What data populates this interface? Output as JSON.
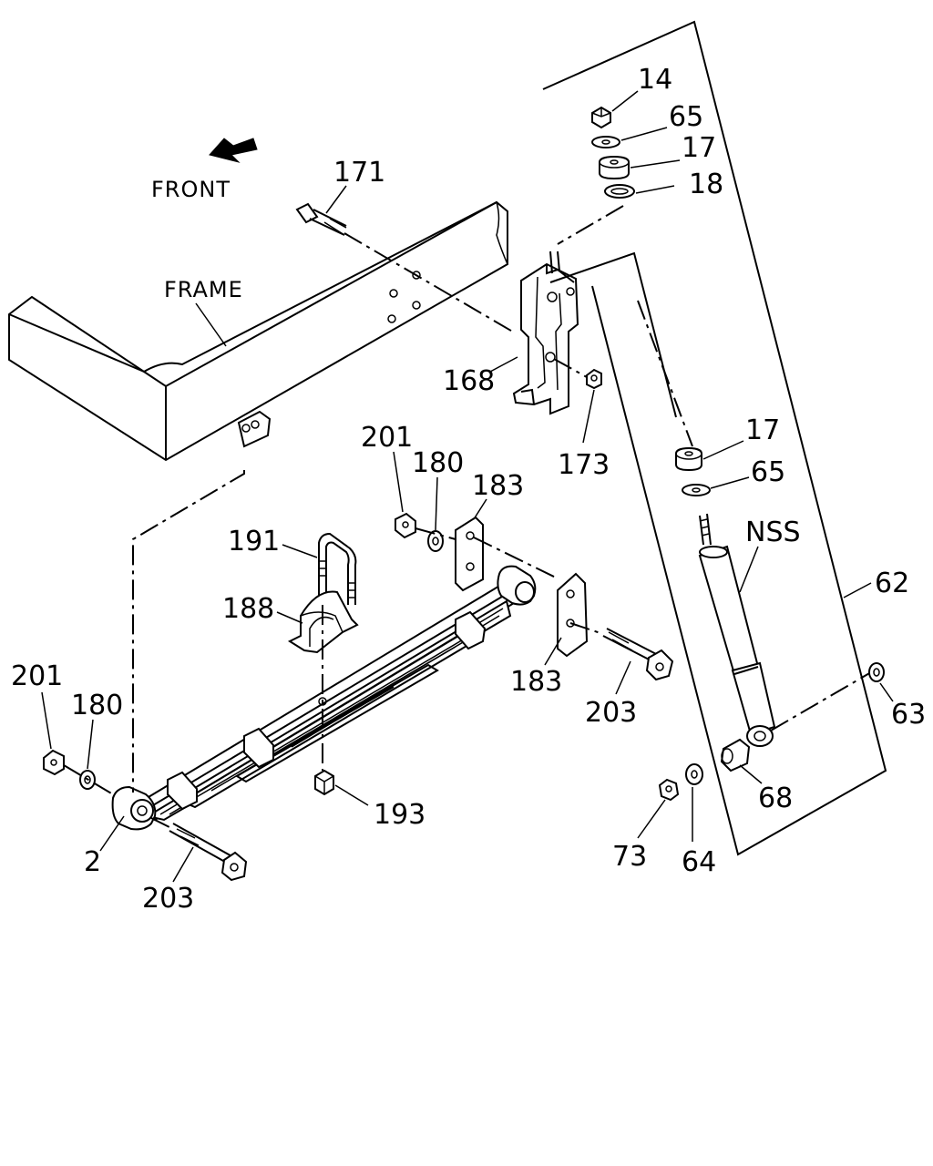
{
  "diagram": {
    "annotations": {
      "front": "FRONT",
      "frame": "FRAME",
      "nss": "NSS"
    },
    "part_numbers": {
      "p14": "14",
      "p65_top": "65",
      "p17_top": "17",
      "p18": "18",
      "p171": "171",
      "p168": "168",
      "p173": "173",
      "p17_mid": "17",
      "p65_mid": "65",
      "p201_right": "201",
      "p180_right": "180",
      "p183_upper": "183",
      "p191": "191",
      "p188": "188",
      "p183_lower": "183",
      "p203_right": "203",
      "p62": "62",
      "p63": "63",
      "p68": "68",
      "p73": "73",
      "p64": "64",
      "p201_left": "201",
      "p180_left": "180",
      "p193": "193",
      "p2": "2",
      "p203_left": "203"
    }
  }
}
